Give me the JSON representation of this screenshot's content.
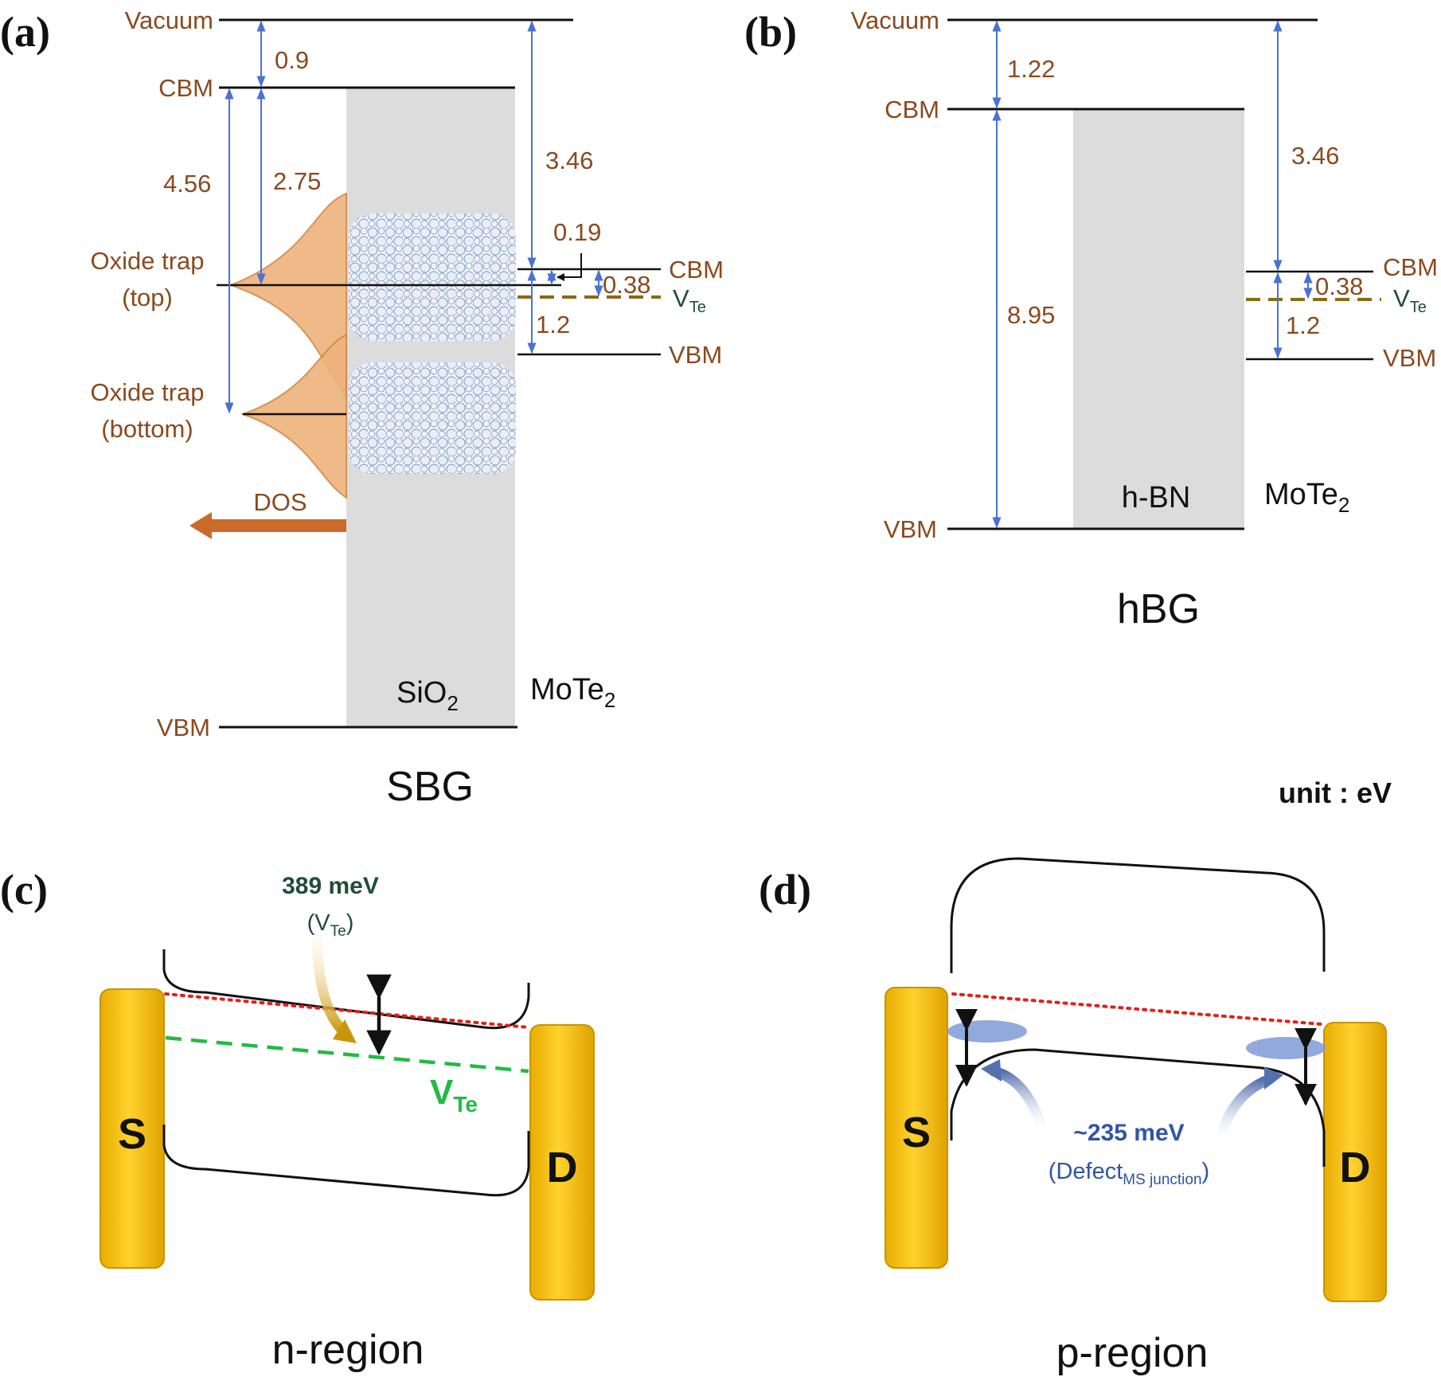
{
  "panels": {
    "a": "(a)",
    "b": "(b)",
    "c": "(c)",
    "d": "(d)"
  },
  "panel_a": {
    "vacuum": "Vacuum",
    "cbm_left": "CBM",
    "vbm_left": "VBM",
    "oxide_trap_top_1": "Oxide trap",
    "oxide_trap_top_2": "(top)",
    "oxide_trap_bottom_1": "Oxide trap",
    "oxide_trap_bottom_2": "(bottom)",
    "dos": "DOS",
    "v_09": "0.9",
    "v_456": "4.56",
    "v_275": "2.75",
    "v_346": "3.46",
    "v_019": "0.19",
    "v_038": "0.38",
    "v_12": "1.2",
    "cbm_right": "CBM",
    "vbm_right": "VBM",
    "vte_main": "V",
    "vte_sub": "Te",
    "sio2_main": "SiO",
    "sio2_sub": "2",
    "mote2_main": "MoTe",
    "mote2_sub": "2",
    "caption": "SBG"
  },
  "panel_b": {
    "vacuum": "Vacuum",
    "cbm_left": "CBM",
    "vbm_left": "VBM",
    "v_122": "1.22",
    "v_895": "8.95",
    "v_346": "3.46",
    "v_038": "0.38",
    "v_12": "1.2",
    "cbm_right": "CBM",
    "vbm_right": "VBM",
    "vte_main": "V",
    "vte_sub": "Te",
    "hbn": "h-BN",
    "mote2_main": "MoTe",
    "mote2_sub": "2",
    "caption": "hBG"
  },
  "unit": "unit : eV",
  "panel_c": {
    "energy": "389 meV",
    "vte_paren_open": "(V",
    "vte_paren_sub": "Te",
    "vte_paren_close": ")",
    "vte_main": "V",
    "vte_sub": "Te",
    "source": "S",
    "drain": "D",
    "caption": "n-region"
  },
  "panel_d": {
    "energy": "~235 meV",
    "defect_main": "(Defect",
    "defect_sub": "MS junction",
    "defect_close": ")",
    "source": "S",
    "drain": "D",
    "caption": "p-region"
  },
  "colors": {
    "brown_text": "#8a4a1e",
    "gray_bar": "#dcdcdc",
    "blue_arrow": "#4a72d4",
    "dos_fill": "#efb27c",
    "dos_arrow": "#cc6a2a",
    "electrode": "#f5c518",
    "red_dotted": "#e0201c",
    "green_dashed": "#22bb44",
    "olive_dashed": "#8a6a14",
    "defect_blue": "#2f55a4"
  }
}
